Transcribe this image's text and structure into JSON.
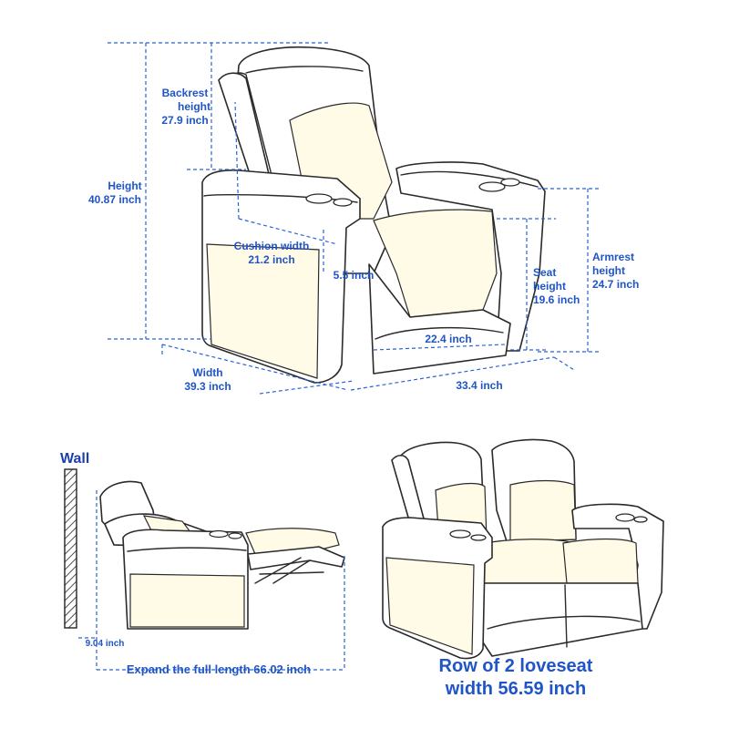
{
  "main_chair": {
    "backrest_height": [
      "Backrest",
      "height",
      "27.9 inch"
    ],
    "height": [
      "Height",
      "40.87 inch"
    ],
    "cushion_width": [
      "Cushion width",
      "21.2 inch"
    ],
    "cushion_depth": "5.5 inch",
    "seat_height": [
      "Seat",
      "height",
      "19.6 inch"
    ],
    "armrest_height": [
      "Armrest",
      "height",
      "24.7 inch"
    ],
    "seat_depth": "22.4 inch",
    "width": [
      "Width",
      "39.3 inch"
    ],
    "depth": "33.4 inch"
  },
  "recline_view": {
    "wall_label": "Wall",
    "wall_gap": "9.04 inch",
    "expand_length": "Expand the full length 66.02 inch"
  },
  "loveseat": {
    "caption_line1": "Row of 2 loveseat",
    "caption_line2": "width 56.59 inch"
  },
  "colors": {
    "dimension_blue": "#1f55c7",
    "quilt_yellow": "#f3d94a",
    "outline": "#2a2a2a"
  }
}
